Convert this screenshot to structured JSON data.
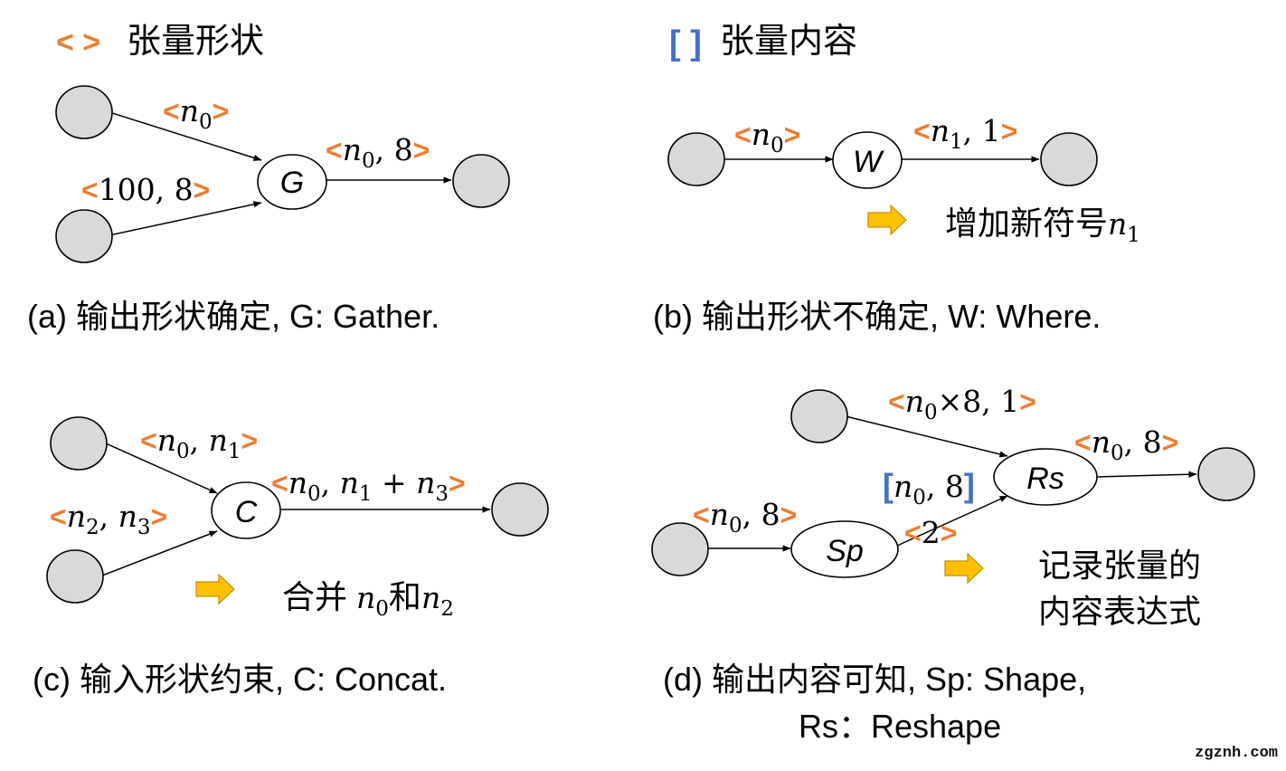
{
  "legend": {
    "shape_brackets": "< >",
    "shape_label": "张量形状",
    "content_brackets": "[ ]",
    "content_label": "张量内容"
  },
  "colors": {
    "shape_bracket": "#ed7d31",
    "content_bracket": "#4472c4",
    "input_node_fill": "#d9d9d9",
    "arrow_icon": "#ffc000"
  },
  "icons": [
    "right-arrow-icon"
  ],
  "panel_a": {
    "op_label": "G",
    "edge_in1": "n_0",
    "edge_in2": "100, 8",
    "edge_out_sym": "n_0",
    "edge_out_rest": ", 8",
    "caption": "(a) 输出形状确定, G: Gather."
  },
  "panel_b": {
    "op_label": "W",
    "edge_in": "n_0",
    "edge_out_sym": "n_1",
    "edge_out_rest": ", 1",
    "note_text": "增加新符号",
    "note_sym": "n_1",
    "caption": "(b) 输出形状不确定, W: Where."
  },
  "panel_c": {
    "op_label": "C",
    "edge_in1_a": "n_0",
    "edge_in1_sep": ", ",
    "edge_in1_b": "n_1",
    "edge_in2_a": "n_2",
    "edge_in2_sep": ", ",
    "edge_in2_b": "n_3",
    "edge_out_a": "n_0",
    "edge_out_sep": ", ",
    "edge_out_b": "n_1",
    "edge_out_plus": " + ",
    "edge_out_c": "n_3",
    "note_text1": "合并 ",
    "note_sym1": "n_0",
    "note_text2": "和",
    "note_sym2": "n_2",
    "caption": "(c) 输入形状约束, C: Concat."
  },
  "panel_d": {
    "op_sp": "Sp",
    "op_rs": "Rs",
    "edge_top_sym": "n_0",
    "edge_top_rest": "×8, 1",
    "edge_in_sym": "n_0",
    "edge_in_rest": ", 8",
    "edge_sp_content_sym": "n_0",
    "edge_sp_content_rest": ", 8",
    "edge_sp_shape": "2",
    "edge_out_sym": "n_0",
    "edge_out_rest": ", 8",
    "note_line1": "记录张量的",
    "note_line2": "内容表达式",
    "caption_line1": "(d) 输出内容可知, Sp: Shape,",
    "caption_line2": "Rs：Reshape"
  },
  "watermark": "zgznh.com"
}
